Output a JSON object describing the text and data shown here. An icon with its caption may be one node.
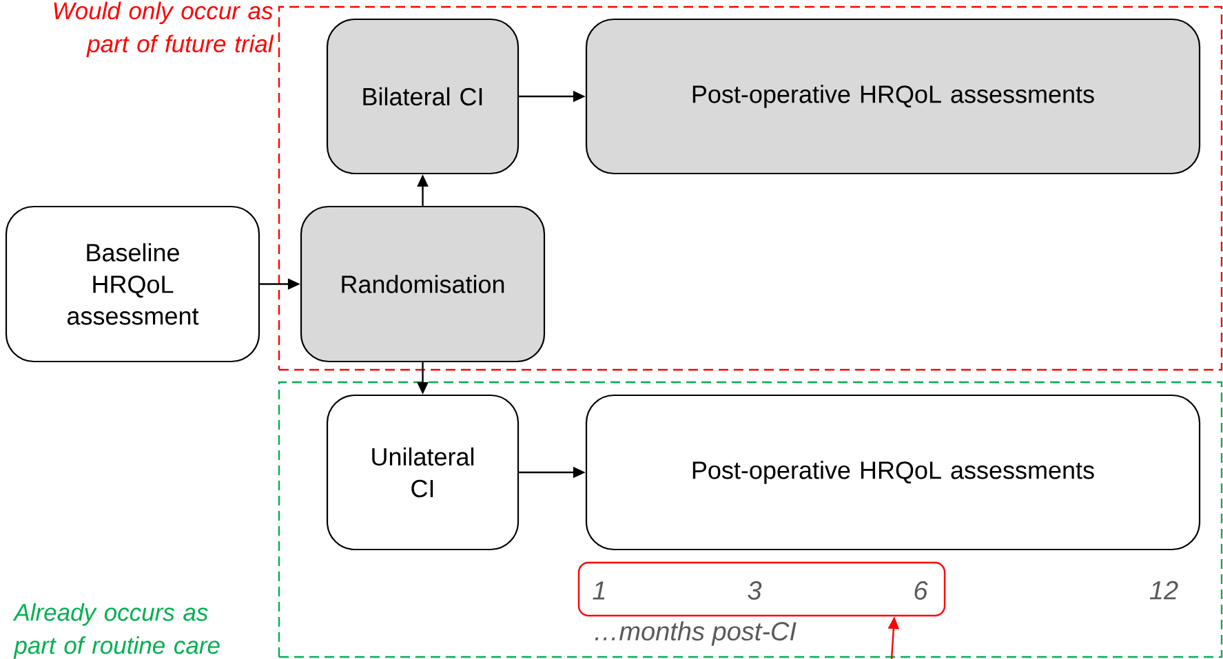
{
  "diagram": {
    "nodes": [
      {
        "text": [
          "Would only occur as part of future trial"
        ]
      },
      {
        "text": [
          "Bilateral CI"
        ],
        "in": 0
      },
      {
        "text": [
          "Post-operative HRQoL assessments"
        ],
        "in": 0
      },
      {
        "text": [
          "Randomisation"
        ],
        "in": 0
      },
      {
        "text": [
          "Baseline HRQoL assessment"
        ]
      },
      {
        "text": [
          "Already occurs as part of routine care"
        ]
      },
      {
        "text": [
          "Unilateral CI"
        ],
        "in": 5
      },
      {
        "text": [
          "Post-operative HRQoL assessments"
        ],
        "in": 5
      },
      {
        "text": [
          "1",
          "3",
          "6"
        ],
        "in": 5
      }
    ],
    "edges": [
      {
        "from": 4,
        "to": 3,
        "arrow": "to"
      },
      {
        "from": 3,
        "to": 1,
        "arrow": "to"
      },
      {
        "from": 3,
        "to": 6,
        "arrow": "to"
      },
      {
        "from": 1,
        "to": 2,
        "arrow": "to"
      },
      {
        "from": 6,
        "to": 7,
        "arrow": "to"
      },
      {
        "from": null,
        "to": 8,
        "arrow": "to",
        "color": "#ff0000"
      }
    ],
    "labels": [
      "12",
      "…months post-CI"
    ]
  }
}
